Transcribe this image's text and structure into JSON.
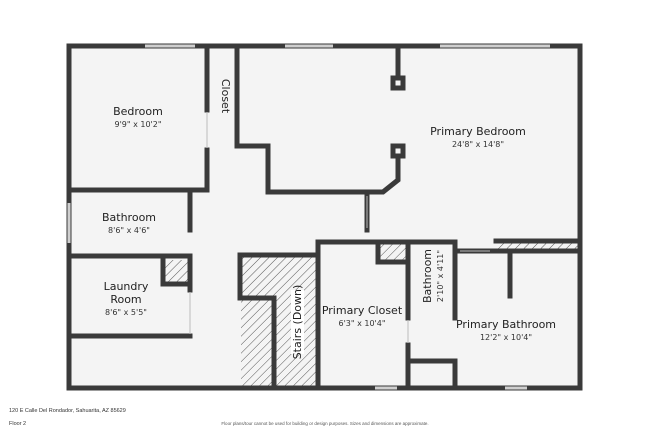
{
  "rooms": {
    "bedroom": {
      "name": "Bedroom",
      "dim": "9'9\" x 10'2\""
    },
    "closet": {
      "name": "Closet"
    },
    "primary_bedroom": {
      "name": "Primary Bedroom",
      "dim": "24'8\" x 14'8\""
    },
    "bathroom": {
      "name": "Bathroom",
      "dim": "8'6\" x 4'6\""
    },
    "laundry": {
      "name_line1": "Laundry",
      "name_line2": "Room",
      "dim": "8'6\" x 5'5\""
    },
    "stairs": {
      "name": "Stairs (Down)"
    },
    "primary_closet": {
      "name": "Primary Closet",
      "dim": "6'3\" x 10'4\""
    },
    "small_bathroom": {
      "name": "Bathroom",
      "dim": "2'10\" x 4'11\""
    },
    "primary_bathroom": {
      "name": "Primary Bathroom",
      "dim": "12'2\" x 10'4\""
    }
  },
  "footer": {
    "address": "120 E Calle Del Rondador, Sahuarita, AZ 85629",
    "floor": "Floor 2",
    "disclaimer": "Floor plans/tour cannot be used for building or design purposes. Sizes and dimensions are approximate."
  },
  "colors": {
    "wall": "#3a3a3a",
    "floor": "#f4f4f4",
    "hatch": "#555555"
  }
}
